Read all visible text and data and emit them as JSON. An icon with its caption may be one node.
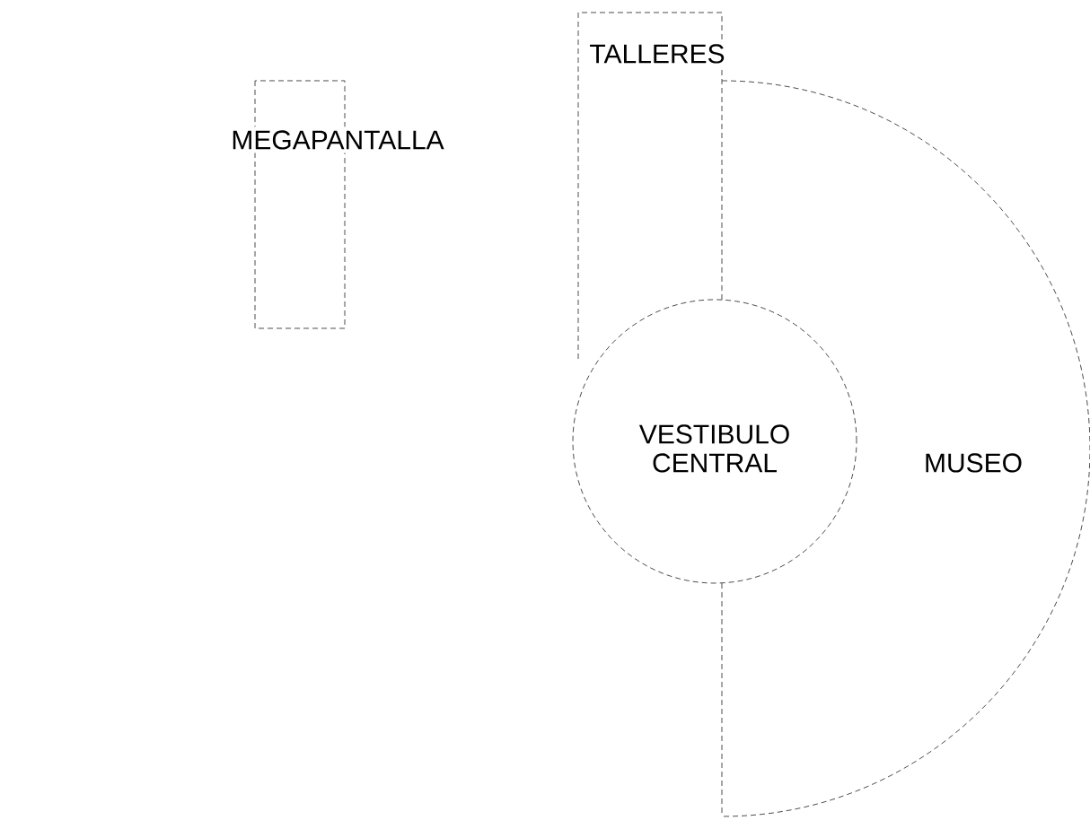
{
  "diagram": {
    "nodes": [
      {
        "text": [
          "MEGAPANTALLA"
        ]
      },
      {
        "text": [
          "TALLERES"
        ]
      },
      {
        "text": [
          "MUSEO"
        ]
      },
      {
        "text": [
          "VESTIBULO CENTRAL"
        ]
      }
    ]
  }
}
